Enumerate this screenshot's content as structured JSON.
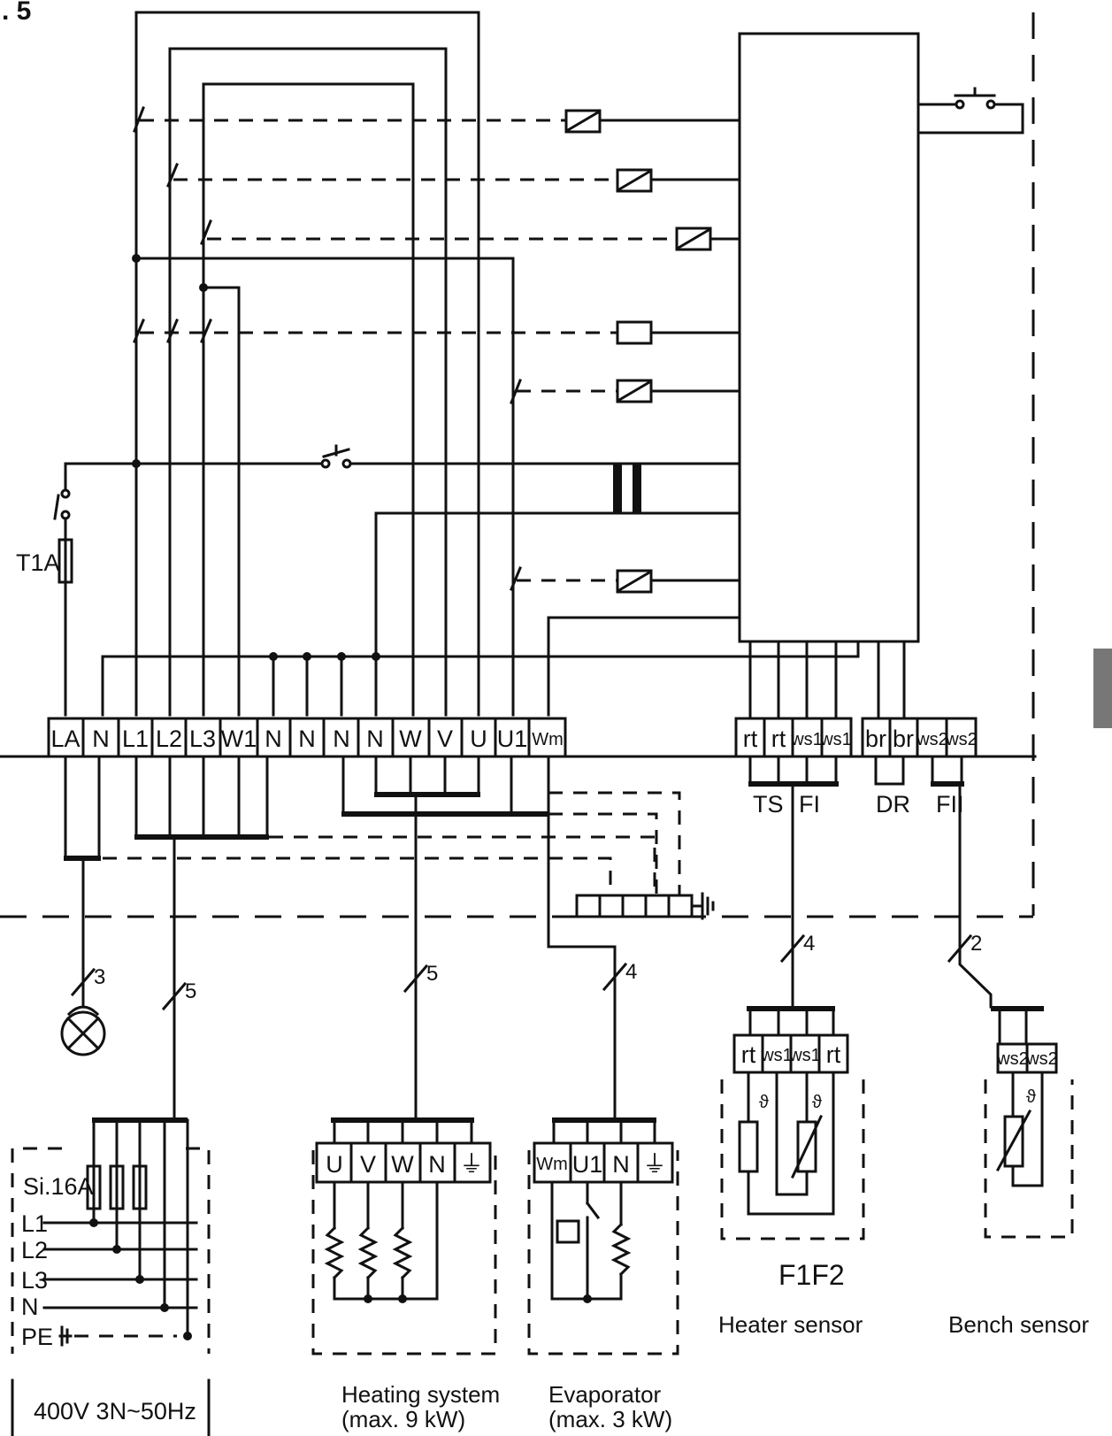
{
  "figure_number": ". 5",
  "fuse_label": "T1A",
  "main_terminals": [
    "LA",
    "N",
    "L1",
    "L2",
    "L3",
    "W1",
    "N",
    "N",
    "N",
    "N",
    "W",
    "V",
    "U",
    "U1",
    "Wm"
  ],
  "right_terminals": [
    "rt",
    "rt",
    "ws1",
    "ws1",
    "br",
    "br",
    "ws2",
    "ws2"
  ],
  "sensor_group_labels": [
    "TS",
    "FI",
    "DR",
    "FII"
  ],
  "wire_counts": [
    "3",
    "5",
    "5",
    "4",
    "4",
    "2"
  ],
  "supply": {
    "fuse": "Si.16A",
    "lines": [
      "L1",
      "L2",
      "L3",
      "N",
      "PE"
    ],
    "rating": "400V 3N~50Hz"
  },
  "heating_terminals": [
    "U",
    "V",
    "W",
    "N",
    "⏚"
  ],
  "evaporator_terminals": [
    "Wm",
    "U1",
    "N",
    "⏚"
  ],
  "heater_sensor_terminals": [
    "rt",
    "ws1",
    "ws1",
    "rt"
  ],
  "bench_sensor_terminals": [
    "ws2",
    "ws2"
  ],
  "heater_sensor_code": "F1F2",
  "captions": {
    "heater_sensor": "Heater sensor",
    "bench_sensor": "Bench sensor",
    "heating_line1": "Heating system",
    "heating_line2": "(max. 9 kW)",
    "evaporator_line1": "Evaporator",
    "evaporator_line2": "(max. 3 kW)"
  },
  "colors": {
    "line": "#111111",
    "background": "#ffffff",
    "edge_tab": "#777777"
  }
}
